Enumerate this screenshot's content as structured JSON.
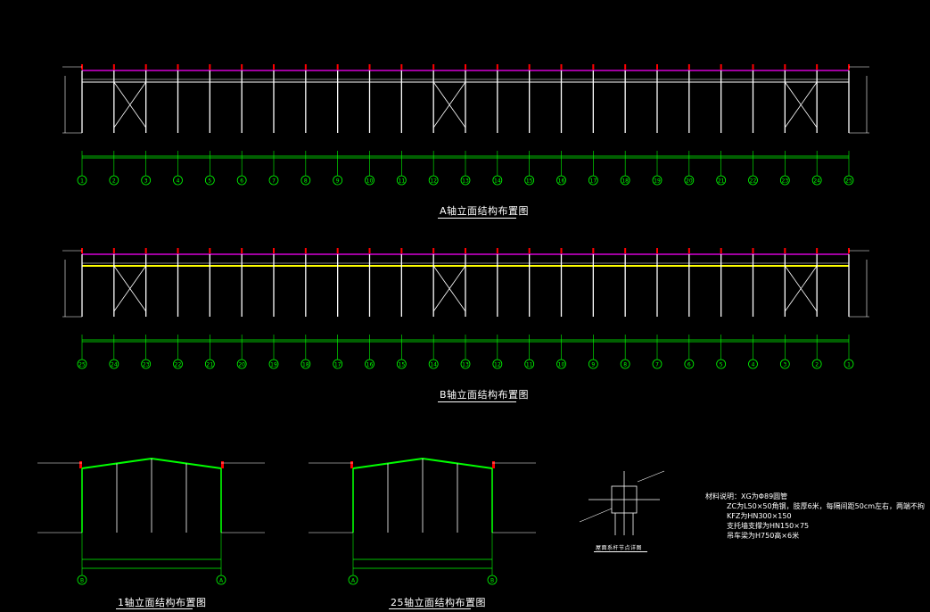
{
  "drawing": {
    "elevation_a_title": "A轴立面结构布置图",
    "elevation_b_title": "B轴立面结构布置图",
    "section_1_title": "1轴立面结构布置图",
    "section_25_title": "25轴立面结构布置图",
    "axis_labels_a": [
      "1",
      "2",
      "3",
      "4",
      "5",
      "6",
      "7",
      "8",
      "9",
      "10",
      "11",
      "12",
      "13",
      "14",
      "15",
      "16",
      "17",
      "18",
      "19",
      "20",
      "21",
      "22",
      "23",
      "24",
      "25"
    ],
    "axis_labels_b": [
      "25",
      "24",
      "23",
      "22",
      "21",
      "20",
      "19",
      "18",
      "17",
      "16",
      "15",
      "14",
      "13",
      "12",
      "11",
      "10",
      "9",
      "8",
      "7",
      "6",
      "5",
      "4",
      "3",
      "2",
      "1"
    ],
    "section_axes_1": [
      "B",
      "A"
    ],
    "section_axes_25": [
      "A",
      "B"
    ],
    "notes": [
      "材料说明：XG为Φ89圆管",
      "ZC为L50×50角钢，肢厚6米，每隔间距50cm左右，两端不拘",
      "KFZ为HN300×150",
      "支托墙支撑为HN150×75",
      "吊车梁为H750高×6米"
    ],
    "detail_caption": "屋面系杆节点详图",
    "colors": {
      "background": "#000000",
      "column": "#ffffff",
      "rafter": "#ff00ff",
      "dimension": "#00ff00",
      "beam": "#ffff00",
      "brace": "#ffffff",
      "marker": "#ff0000"
    }
  }
}
